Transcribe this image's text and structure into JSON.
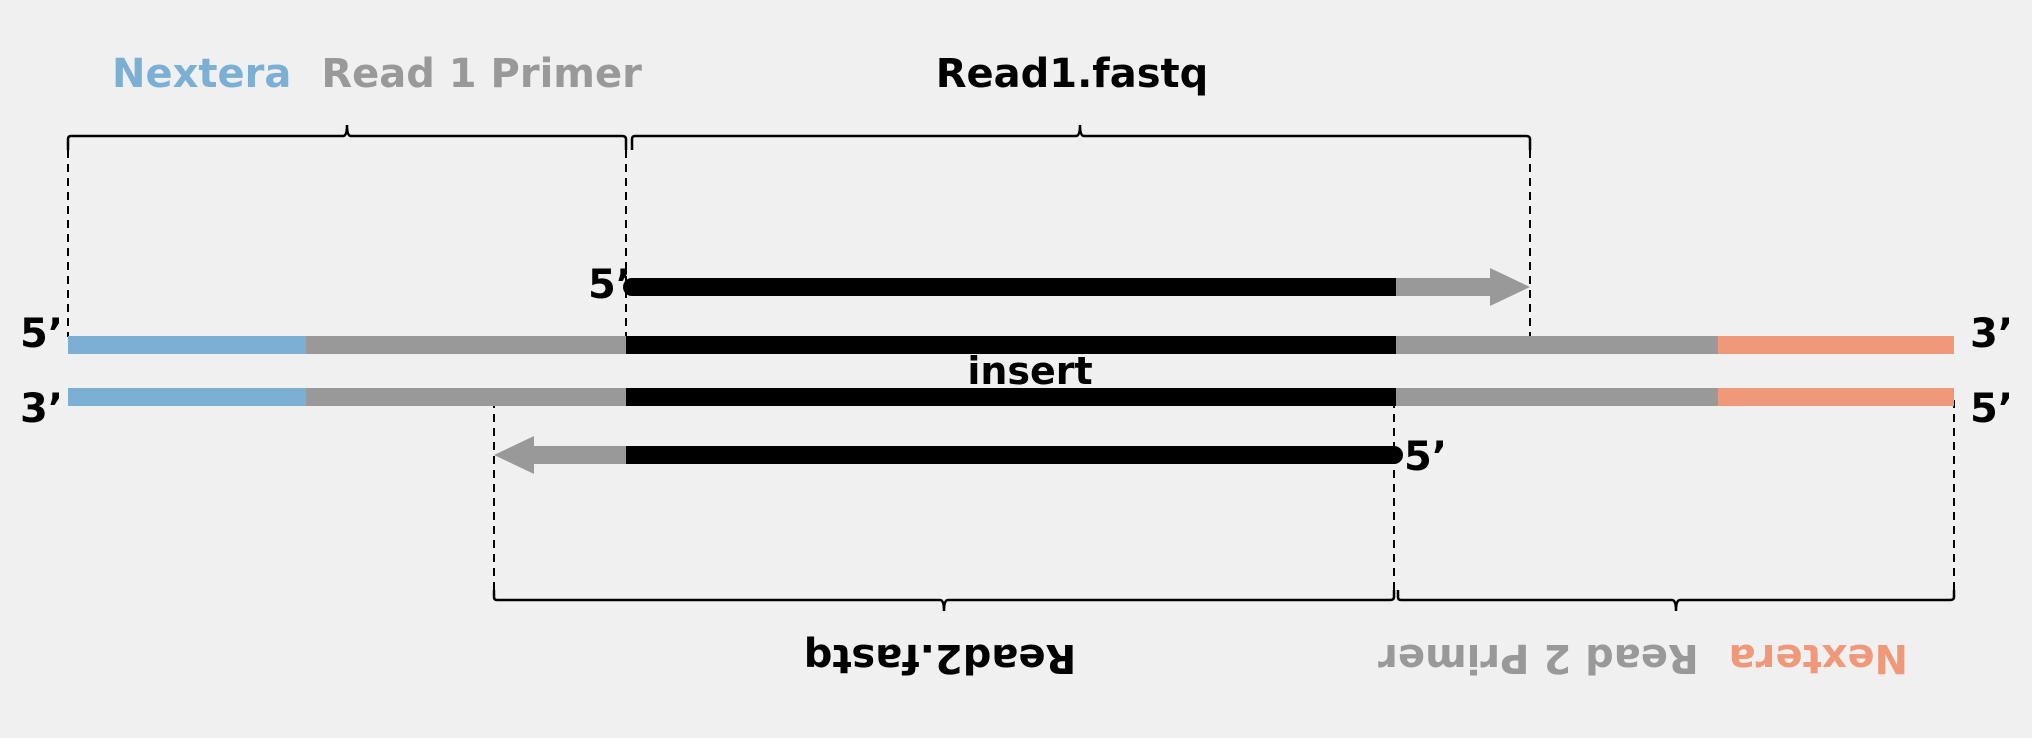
{
  "title_top_left": {
    "part1": "Nextera",
    "part2": "Read 1 Primer"
  },
  "title_top_center": "Read1.fastq",
  "title_bottom_center": "Read2.fastq",
  "title_bottom_right": {
    "part1": "Nextera",
    "part2": "Read 2 Primer"
  },
  "strand_labels": {
    "top_left": "5’",
    "top_right": "3’",
    "bottom_left": "3’",
    "bottom_right": "5’",
    "read1_start": "5’",
    "read2_start": "5’"
  },
  "insert_label": "insert",
  "colors": {
    "background": "#f0f0f0",
    "nextera_blue": "#7bafd4",
    "nextera_orange": "#f0987a",
    "primer_gray": "#999999",
    "insert_black": "#000000"
  }
}
